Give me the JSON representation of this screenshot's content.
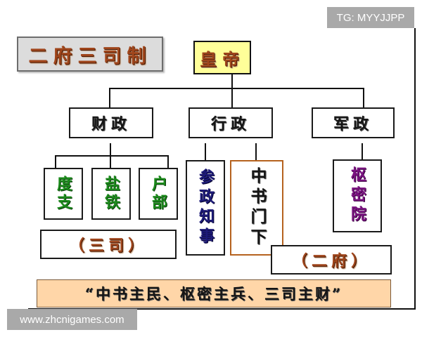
{
  "title": "二府三司制",
  "watermarks": {
    "top_right": "TG: MYYJJPP",
    "bottom_left": "www.zhcnigames.com"
  },
  "colors": {
    "title_box_bg": "#dcdcdc",
    "emperor_box_bg": "#ffff99",
    "quote_box_bg": "#ffd6a8",
    "brown_text": "#a0461c",
    "green_text": "#1c8a1c",
    "navy_text": "#1d1a78",
    "purple_text": "#7a1380",
    "zhongshu_border": "#b5621e"
  },
  "diagram": {
    "root": {
      "label": "皇帝"
    },
    "branches": [
      {
        "label": "财政",
        "children": [
          {
            "label": "度支"
          },
          {
            "label": "盐铁"
          },
          {
            "label": "户部"
          }
        ]
      },
      {
        "label": "行政",
        "children": [
          {
            "label": "参政知事"
          },
          {
            "label": "中书门下"
          }
        ]
      },
      {
        "label": "军政",
        "children": [
          {
            "label": "枢密院"
          }
        ]
      }
    ],
    "group_labels": {
      "san_si": "（三司）",
      "er_fu": "（二府）"
    },
    "summary_quote": "“中书主民、枢密主兵、三司主财”"
  }
}
